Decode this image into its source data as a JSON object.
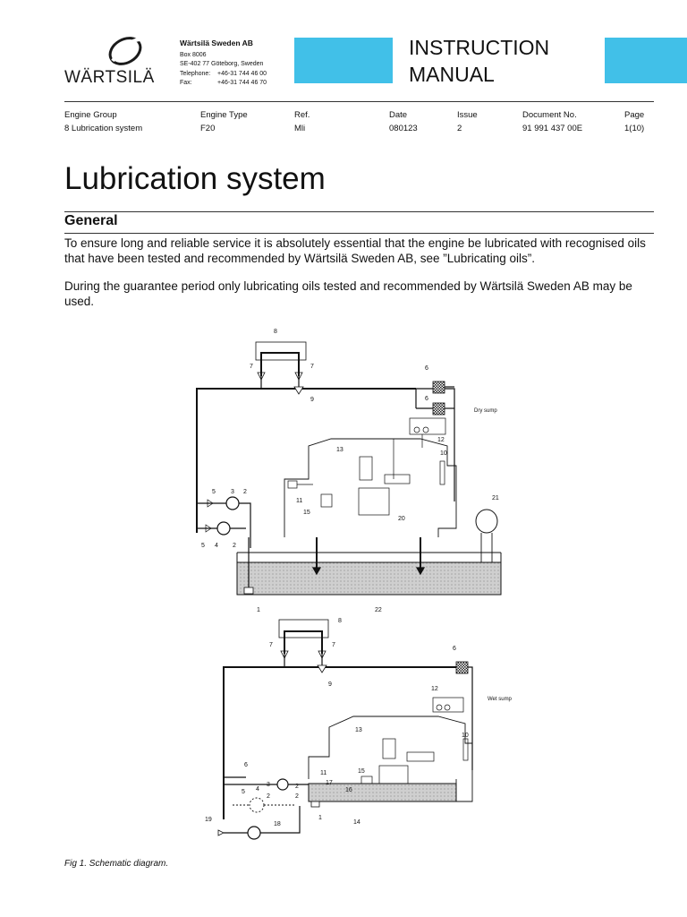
{
  "company": {
    "logo_text": "WÄRTSILÄ",
    "name": "Wärtsilä Sweden AB",
    "address_lines": [
      "Box 8006",
      "SE-402 77 Göteborg, Sweden"
    ],
    "telephone_label": "Telephone:",
    "telephone": "+46-31 744 46 00",
    "fax_label": "Fax:",
    "fax": "+46-31 744 46 70"
  },
  "header": {
    "title_line1": "INSTRUCTION",
    "title_line2": "MANUAL",
    "accent_color": "#41c0e8"
  },
  "meta": {
    "engine_group_label": "Engine Group",
    "engine_group": "8 Lubrication system",
    "engine_type_label": "Engine Type",
    "engine_type": "F20",
    "ref_label": "Ref.",
    "ref": "Mli",
    "date_label": "Date",
    "date": "080123",
    "issue_label": "Issue",
    "issue": "2",
    "document_no_label": "Document No.",
    "document_no": "91 991 437 00E",
    "page_label": "Page",
    "page": "1(10)"
  },
  "content": {
    "title": "Lubrication system",
    "section": "General",
    "paragraph1": "To ensure long and reliable service it is absolutely essential that the engine be lubricated with recognised oils that have been tested and recommended by Wärtsilä Sweden AB, see ”Lubricating oils”.",
    "paragraph2": "During the guarantee period only lubricating oils tested and recommended by Wärtsilä Sweden AB may be used."
  },
  "figure": {
    "dry_sump_label": "Dry sump",
    "wet_sump_label": "Wet sump",
    "caption": "Fig 1. Schematic diagram."
  }
}
